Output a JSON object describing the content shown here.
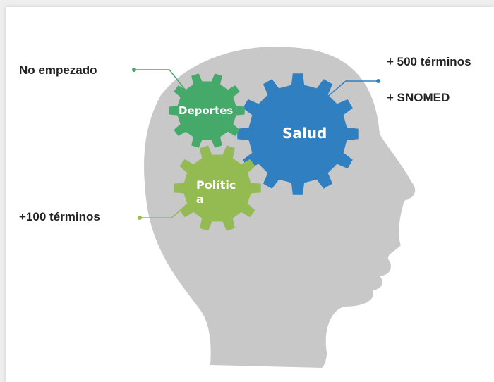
{
  "labels": {
    "no_empezado": "No empezado",
    "terminos_500": "+ 500 términos",
    "snomed": "+ SNOMED",
    "terminos_100": "+100 términos"
  },
  "gears": {
    "deportes": "Deportes",
    "salud": "Salud",
    "politica_line1": "Polític",
    "politica_line2": "a"
  },
  "colors": {
    "head": "#c8c8c8",
    "gear_deportes": "#45a96a",
    "gear_salud": "#2f7fc1",
    "gear_politica": "#93bb52",
    "connector_green": "#45a96a",
    "connector_blue": "#2f7fc1",
    "connector_lime": "#93bb52"
  }
}
